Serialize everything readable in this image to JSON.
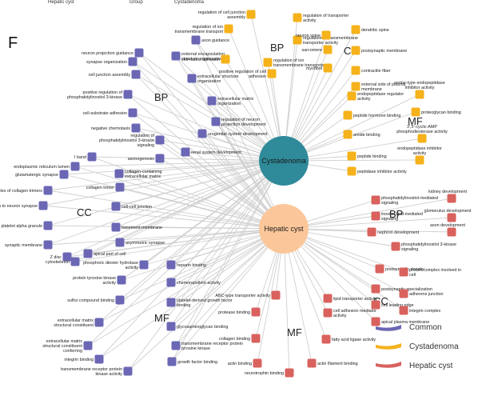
{
  "panel_label": "F",
  "top_fragments": [
    "Hepatic cyst",
    "Group",
    "Cystadenoma"
  ],
  "colors": {
    "common": "#6b67b5",
    "cystadenoma": "#f5b21b",
    "hepatic": "#d9625e",
    "edge": "#cfcfcf",
    "cyst_hub": "#2f8a99",
    "hep_hub": "#fbc79a"
  },
  "hubs": {
    "cystadenoma": "Cystadenoma",
    "hepatic": "Hepatic cyst"
  },
  "groups": {
    "common_bp": "BP",
    "common_cc": "CC",
    "common_mf": "MF",
    "cyst_bp": "BP",
    "cyst_cc": "CC",
    "cyst_mf": "MF",
    "hep_bp": "BP",
    "hep_cc": "CC",
    "hep_mf": "MF"
  },
  "legend": [
    {
      "label": "Common",
      "color": "#6b67b5"
    },
    {
      "label": "Cystadenoma",
      "color": "#f5b21b"
    },
    {
      "label": "Hepatic cyst",
      "color": "#d9625e"
    }
  ],
  "nodes": {
    "common": [
      "axon guidance",
      "neuron projection guidance",
      "synapse organization",
      "external encapsulating structure organization",
      "extracellular structure organization",
      "cell junction assembly",
      "positive regulation of phosphatidylinositol 3-kinase",
      "cell-substrate adhesion",
      "extracellular matrix organization",
      "regulation of neuron projection development",
      "negative chemotaxis",
      "urogenital system development",
      "regulation of phosphatidylinositol 3-kinase signaling",
      "renal system development",
      "axonogenesis",
      "I band",
      "endoplasmic reticulum lumen",
      "collagen-containing extracellular matrix",
      "glutamatergic synapse",
      "collagen trimer",
      "complex of collagen trimers",
      "neuron to neuron synapse",
      "cell-cell junction",
      "platelet alpha granule",
      "basement membrane",
      "synaptic membrane",
      "asymmetric synapse",
      "Z disc",
      "apical part of cell",
      "cytoskeleton",
      "phosphoric diester hydrolase activity",
      "heparin binding",
      "protein tyrosine kinase activity",
      "chemorepellent activity",
      "sulfur compound binding",
      "platelet-derived growth factor binding",
      "extracellular matrix structural constituent",
      "glycosaminoglycan binding",
      "extracellular matrix structural constituent conferring",
      "transmembrane receptor protein tyrosine kinase",
      "integrin binding",
      "growth factor binding",
      "transmembrane receptor protein kinase activity"
    ],
    "cystadenoma": [
      "regulation of cell junction assembly",
      "regulation of transporter activity",
      "regulation of ion transmembrane transport",
      "regulation of transmembrane transporter activity",
      "cell-matrix adhesion",
      "regulation of ion transmembrane transporter",
      "positive regulation of cell adhesion",
      "neuron spine",
      "dendritic spine",
      "sarcomere",
      "postsynaptic membrane",
      "myofibril",
      "contractile fiber",
      "external side of plasma membrane",
      "endopeptidase regulator activity",
      "serine-type endopeptidase inhibitor activity",
      "peptide hormone binding",
      "proteoglycan binding",
      "amide binding",
      "3',5'-cyclic-AMP phosphodiesterase activity",
      "peptide binding",
      "endopeptidase inhibitor activity",
      "peptidase inhibitor activity"
    ],
    "hepatic": [
      "phosphatidylinositol-mediated signaling",
      "kidney development",
      "inositol lipid-mediated signaling",
      "glomerulus development",
      "nephron development",
      "axon development",
      "phosphatidylinositol 3-kinase signaling",
      "postsynaptic density",
      "protein complex involved in cell",
      "postsynaptic specialization",
      "adherens junction",
      "cell leading edge",
      "integrin complex",
      "apical plasma membrane",
      "ABC-type transporter activity",
      "lipid transporter activity",
      "protease binding",
      "cell adhesion mediator activity",
      "collagen binding",
      "fatty acid ligase activity",
      "actin binding",
      "actin filament binding",
      "neurotrophin binding"
    ]
  }
}
